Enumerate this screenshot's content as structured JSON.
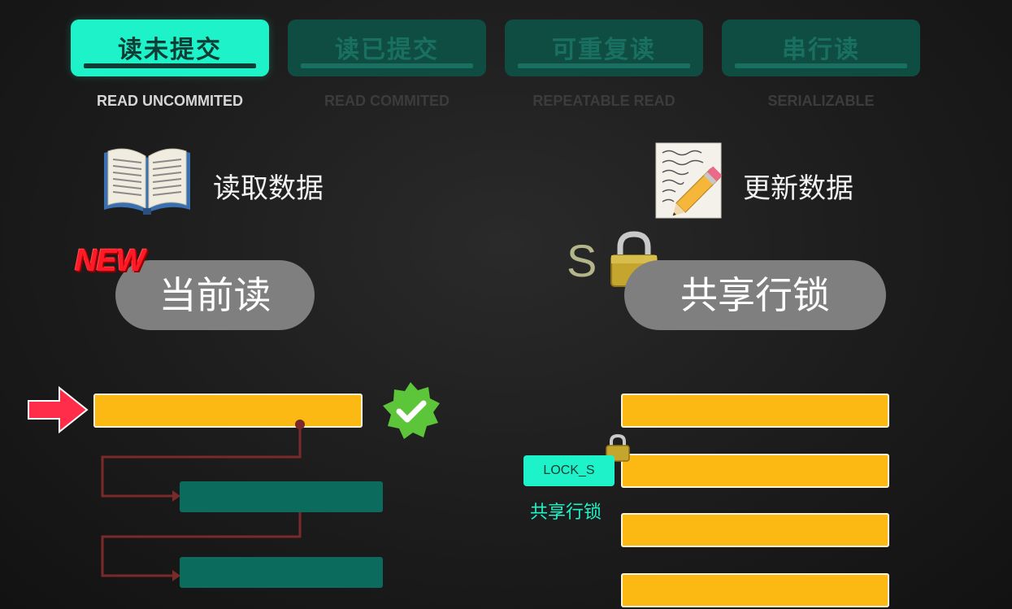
{
  "tabs": [
    {
      "label": "读未提交",
      "sublabel": "READ UNCOMMITED",
      "active": true
    },
    {
      "label": "读已提交",
      "sublabel": "READ COMMITED",
      "active": false
    },
    {
      "label": "可重复读",
      "sublabel": "REPEATABLE READ",
      "active": false
    },
    {
      "label": "串行读",
      "sublabel": "SERIALIZABLE",
      "active": false
    }
  ],
  "left": {
    "heading": "读取数据",
    "icon": "book-icon",
    "badge": "NEW",
    "pill_label": "当前读",
    "pointer_icon": "red-arrow-icon",
    "check_icon": "green-check-badge-icon"
  },
  "right": {
    "heading": "更新数据",
    "icon": "pencil-paper-icon",
    "lock_prefix": "S",
    "lock_icon": "padlock-icon",
    "pill_label": "共享行锁",
    "lock_tag": "LOCK_S",
    "lock_caption": "共享行锁"
  },
  "colors": {
    "accent": "#1ef2c8",
    "bar_yellow": "#fcb813",
    "bar_teal": "#0b6b5c",
    "arrow_red": "#ff2d4a",
    "link_line": "#7a2a2a",
    "check_green": "#5dc53a"
  }
}
